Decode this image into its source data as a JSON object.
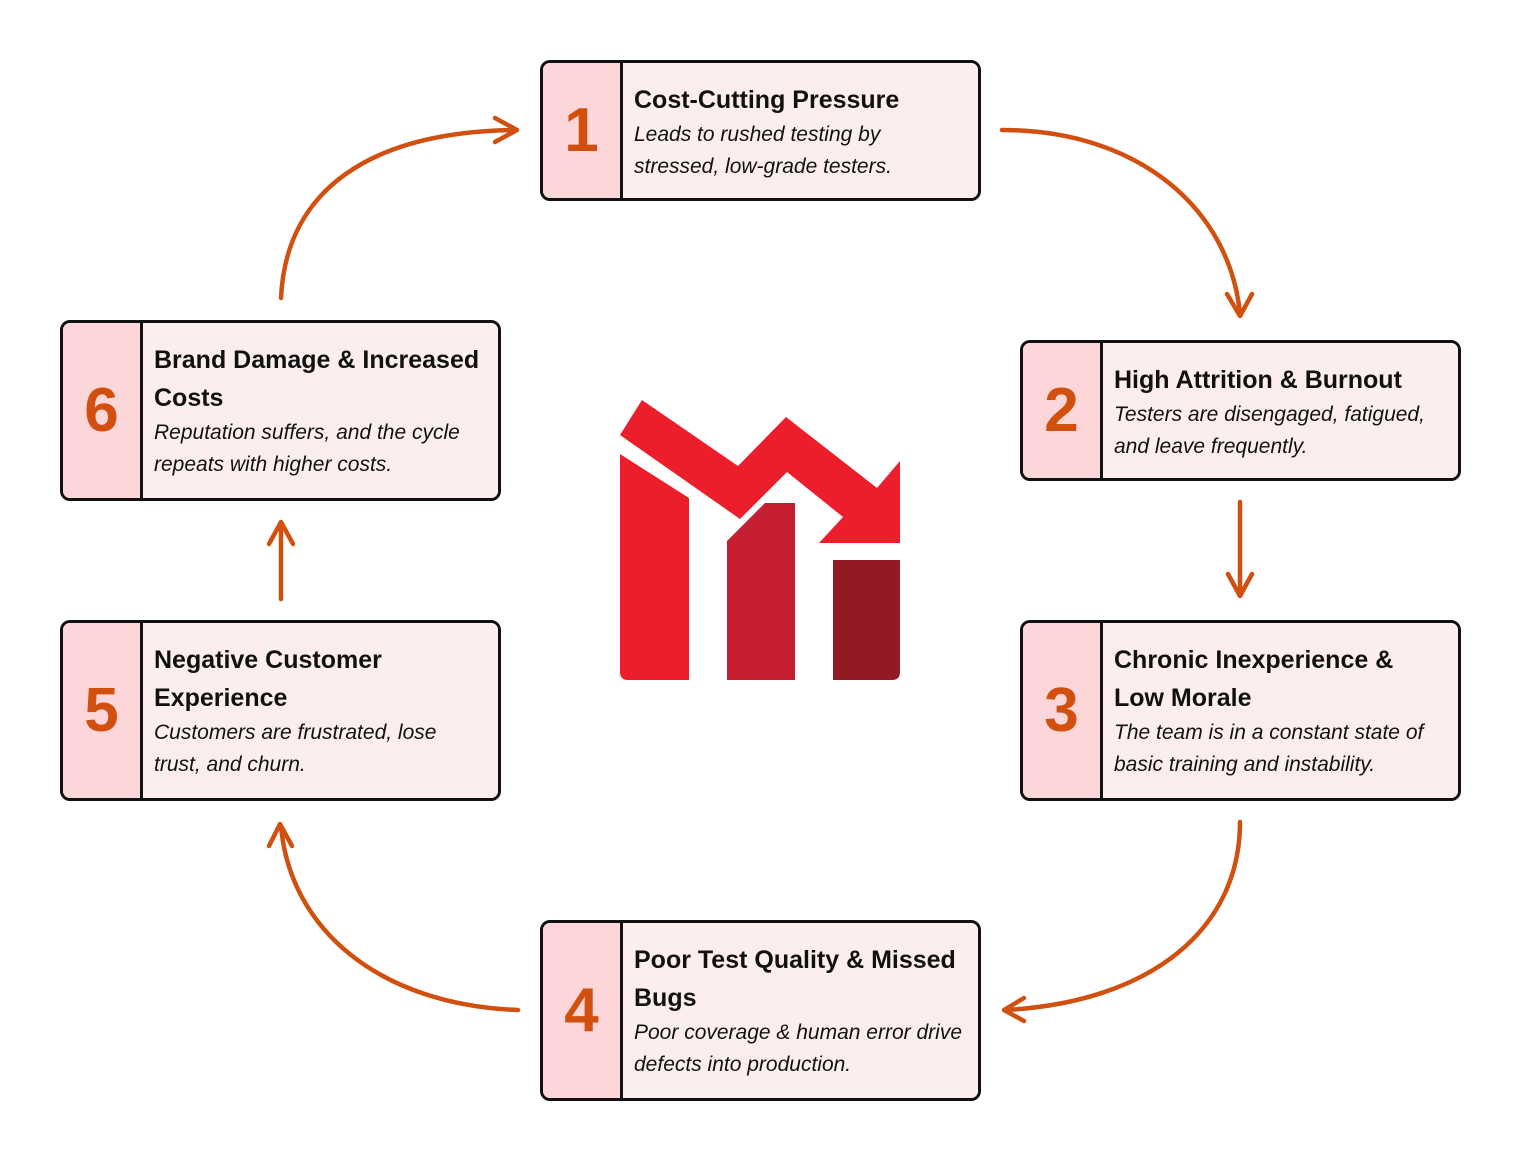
{
  "colors": {
    "arrow": "#d2500f",
    "number": "#d2500f",
    "box_fill": "#fdeeee",
    "number_fill": "#fcd6d9",
    "border": "#111111",
    "icon_red": "#ec1e2b",
    "icon_mid": "#c41e30",
    "icon_dark": "#921a25"
  },
  "center_icon": "declining-bar-chart-icon",
  "steps": [
    {
      "number": "1",
      "title": "Cost-Cutting Pressure",
      "description": "Leads to rushed testing by stressed, low-grade testers."
    },
    {
      "number": "2",
      "title": "High Attrition & Burnout",
      "description": "Testers are disengaged, fatigued, and leave frequently."
    },
    {
      "number": "3",
      "title": "Chronic Inexperience & Low Morale",
      "description": "The team is in a constant state of basic training and instability."
    },
    {
      "number": "4",
      "title": "Poor Test Quality & Missed Bugs",
      "description": "Poor coverage & human error drive defects into production."
    },
    {
      "number": "5",
      "title": "Negative Customer Experience",
      "description": "Customers are frustrated, lose trust, and churn."
    },
    {
      "number": "6",
      "title": "Brand Damage & Increased Costs",
      "description": "Reputation suffers, and the cycle repeats with higher costs."
    }
  ]
}
